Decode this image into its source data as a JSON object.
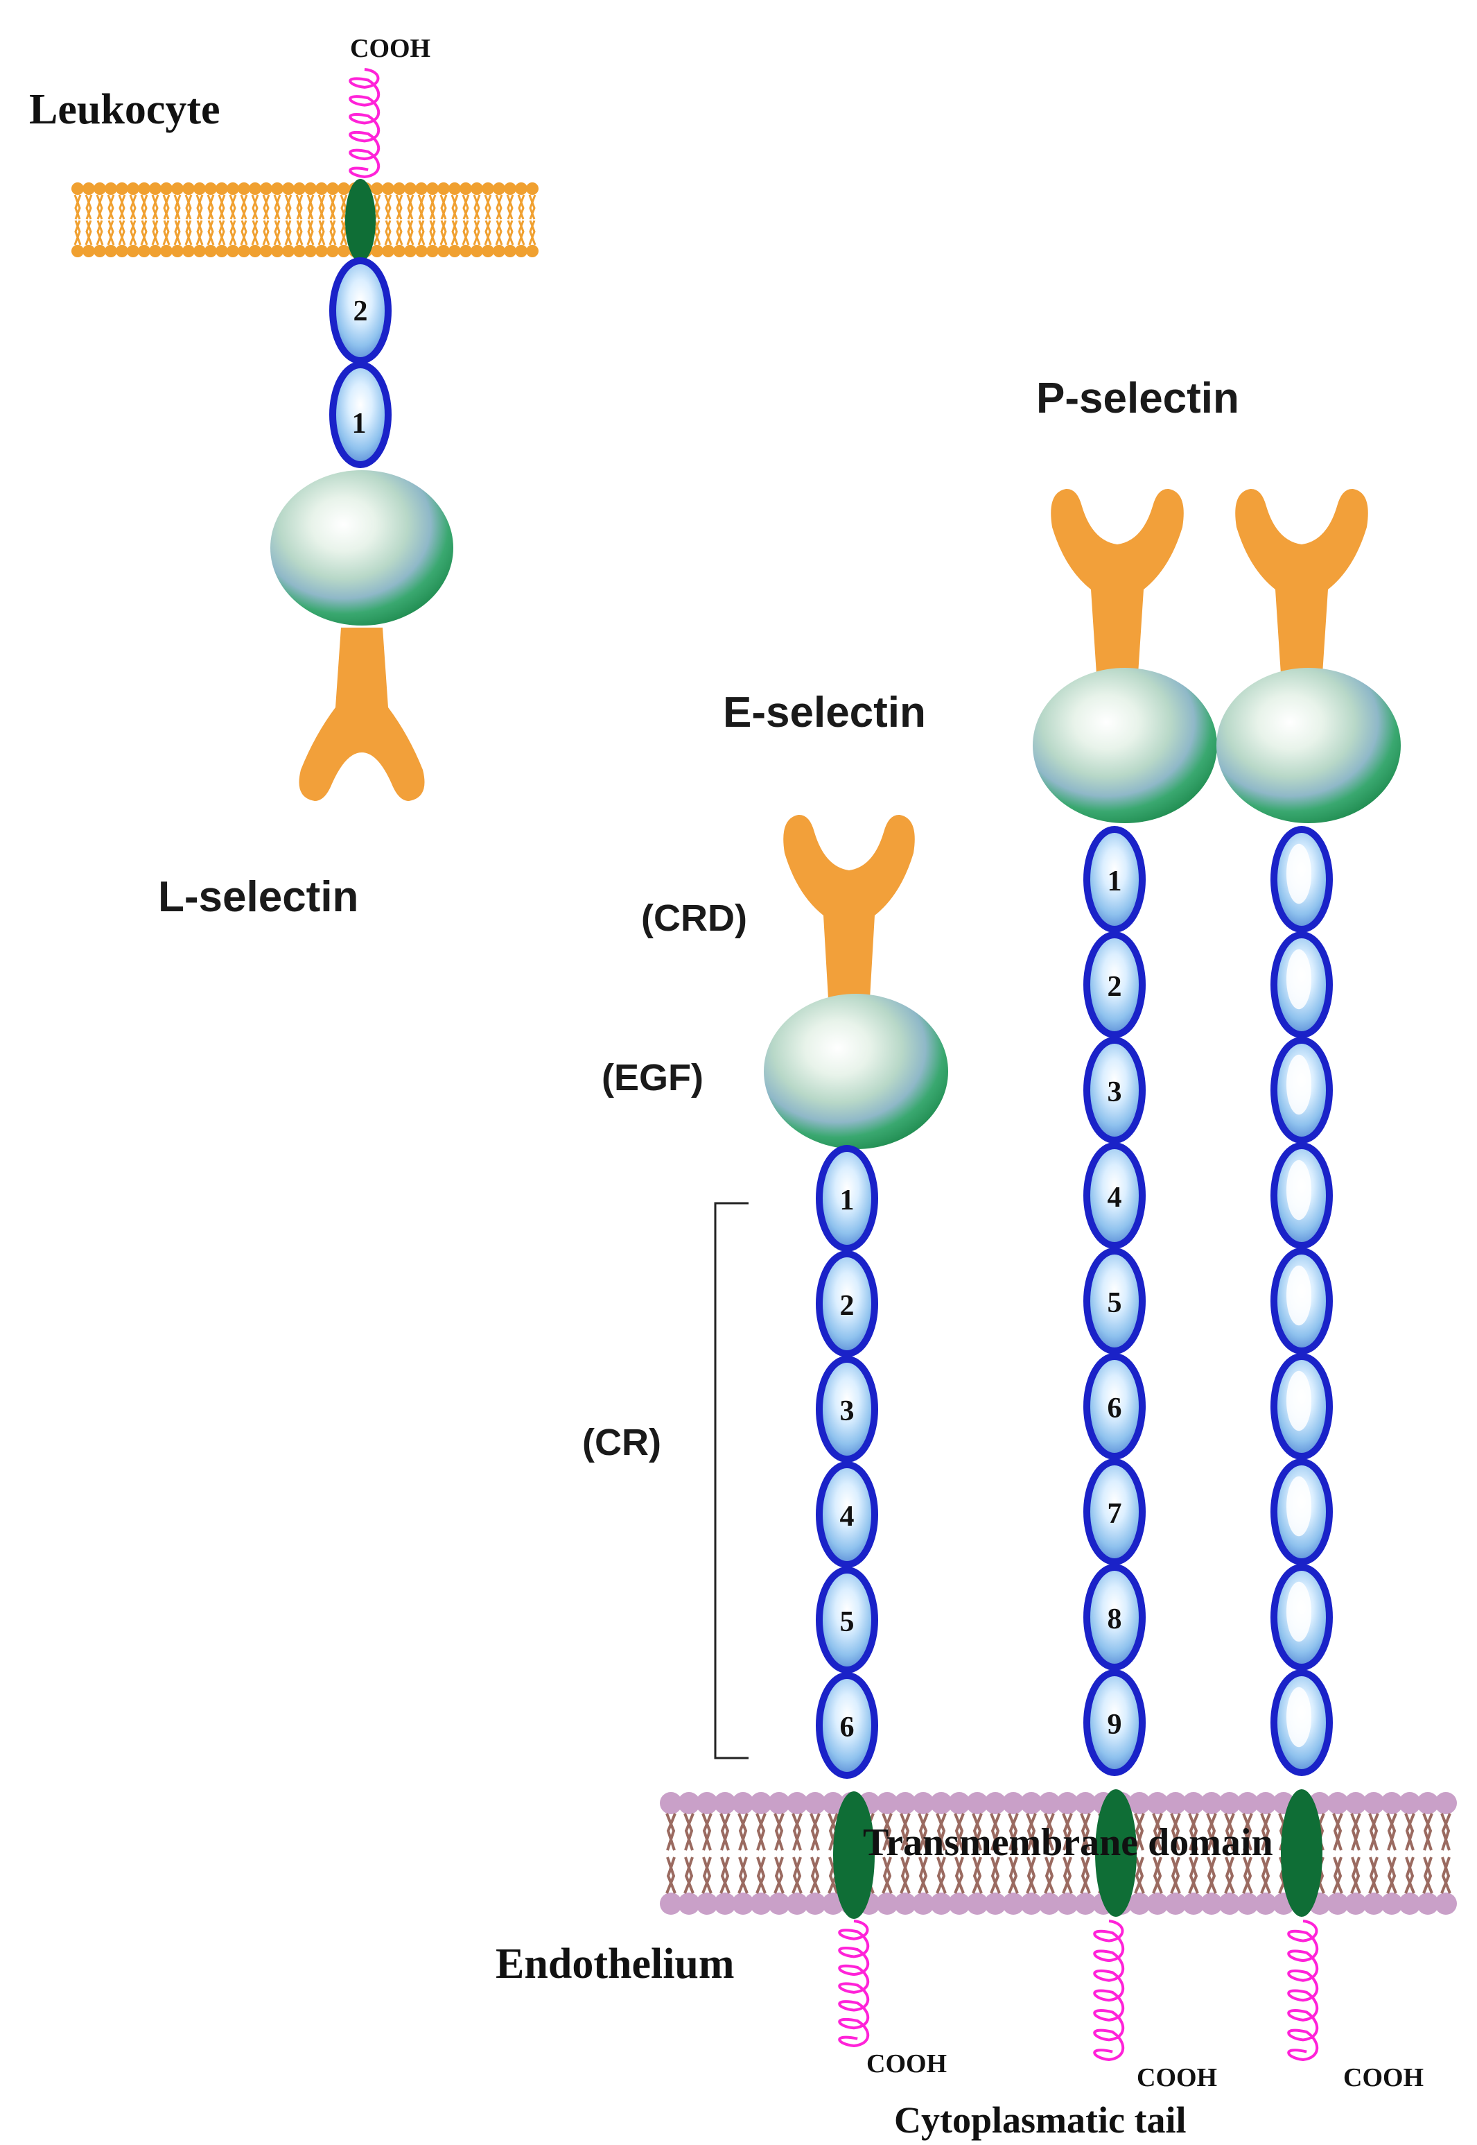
{
  "labels": {
    "leukocyte": "Leukocyte",
    "cooh": "COOH",
    "l_selectin": "L-selectin",
    "p_selectin": "P-selectin",
    "e_selectin": "E-selectin",
    "crd": "(CRD)",
    "egf": "(EGF)",
    "cr": "(CR)",
    "transmembrane": "Transmembrane domain",
    "endothelium": "Endothelium",
    "cytoplasmatic_tail": "Cytoplasmatic tail"
  },
  "selectins": {
    "l_selectin": {
      "cr_domains": [
        "2",
        "1"
      ]
    },
    "e_selectin": {
      "cr_domains": [
        "1",
        "2",
        "3",
        "4",
        "5",
        "6"
      ]
    },
    "p_selectin_a": {
      "cr_domains": [
        "1",
        "2",
        "3",
        "4",
        "5",
        "6",
        "7",
        "8",
        "9"
      ]
    },
    "p_selectin_b": {
      "cr_domain_count": 9
    }
  },
  "colors": {
    "lectin": "#f2a03a",
    "egf_outer": "#1e8a4e",
    "cr_outline": "#1a22c8",
    "cr_fill": "#8fc2ee",
    "transmembrane": "#0f6e36",
    "leukocyte_membrane": "#f0a030",
    "endothelium_head": "#c9a0c8",
    "endothelium_tail": "#9a6a60",
    "tail_coil": "#ff22d8"
  }
}
